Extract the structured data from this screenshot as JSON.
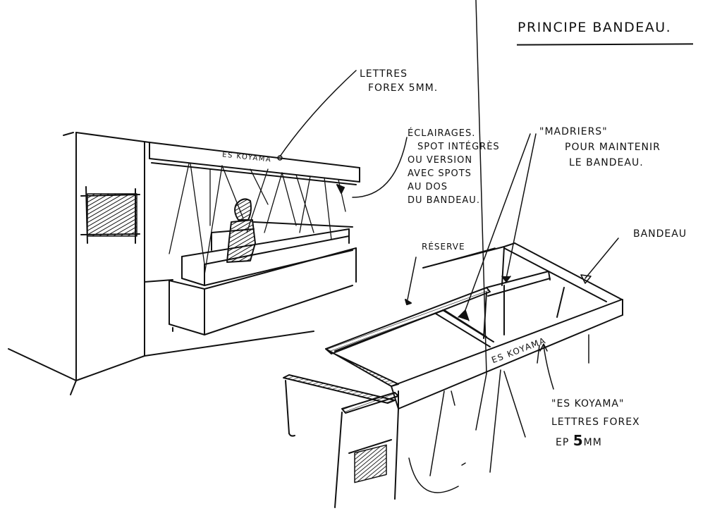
{
  "title": "PRINCIPE BANDEAU.",
  "annotations": {
    "lettres_forex": {
      "lines": [
        "LETTRES",
        "FOREX 5MM."
      ]
    },
    "eclairages": {
      "lines": [
        "ÉCLAIRAGES.",
        "SPOT INTÉGRÈS",
        "OU VERSION",
        "AVEC SPOTS",
        "AU DOS",
        "DU BANDEAU."
      ]
    },
    "madriers": {
      "lines": [
        "\"MADRIERS\"",
        "POUR MAINTENIR",
        "LE BANDEAU."
      ]
    },
    "reserve": {
      "label": "RÉSERVE"
    },
    "bandeau": {
      "label": "BANDEAU"
    },
    "es_koyama_spec": {
      "name": "\"ES KOYAMA\"",
      "material": "LETTRES FOREX",
      "thickness_prefix": "EP",
      "thickness_value": "5",
      "thickness_unit": "MM"
    }
  },
  "signage": {
    "front_view_text": "ES KOYAMA",
    "plan_view_text": "ES KOYAMA"
  },
  "colors": {
    "ink": "#111111",
    "paper": "#ffffff"
  }
}
